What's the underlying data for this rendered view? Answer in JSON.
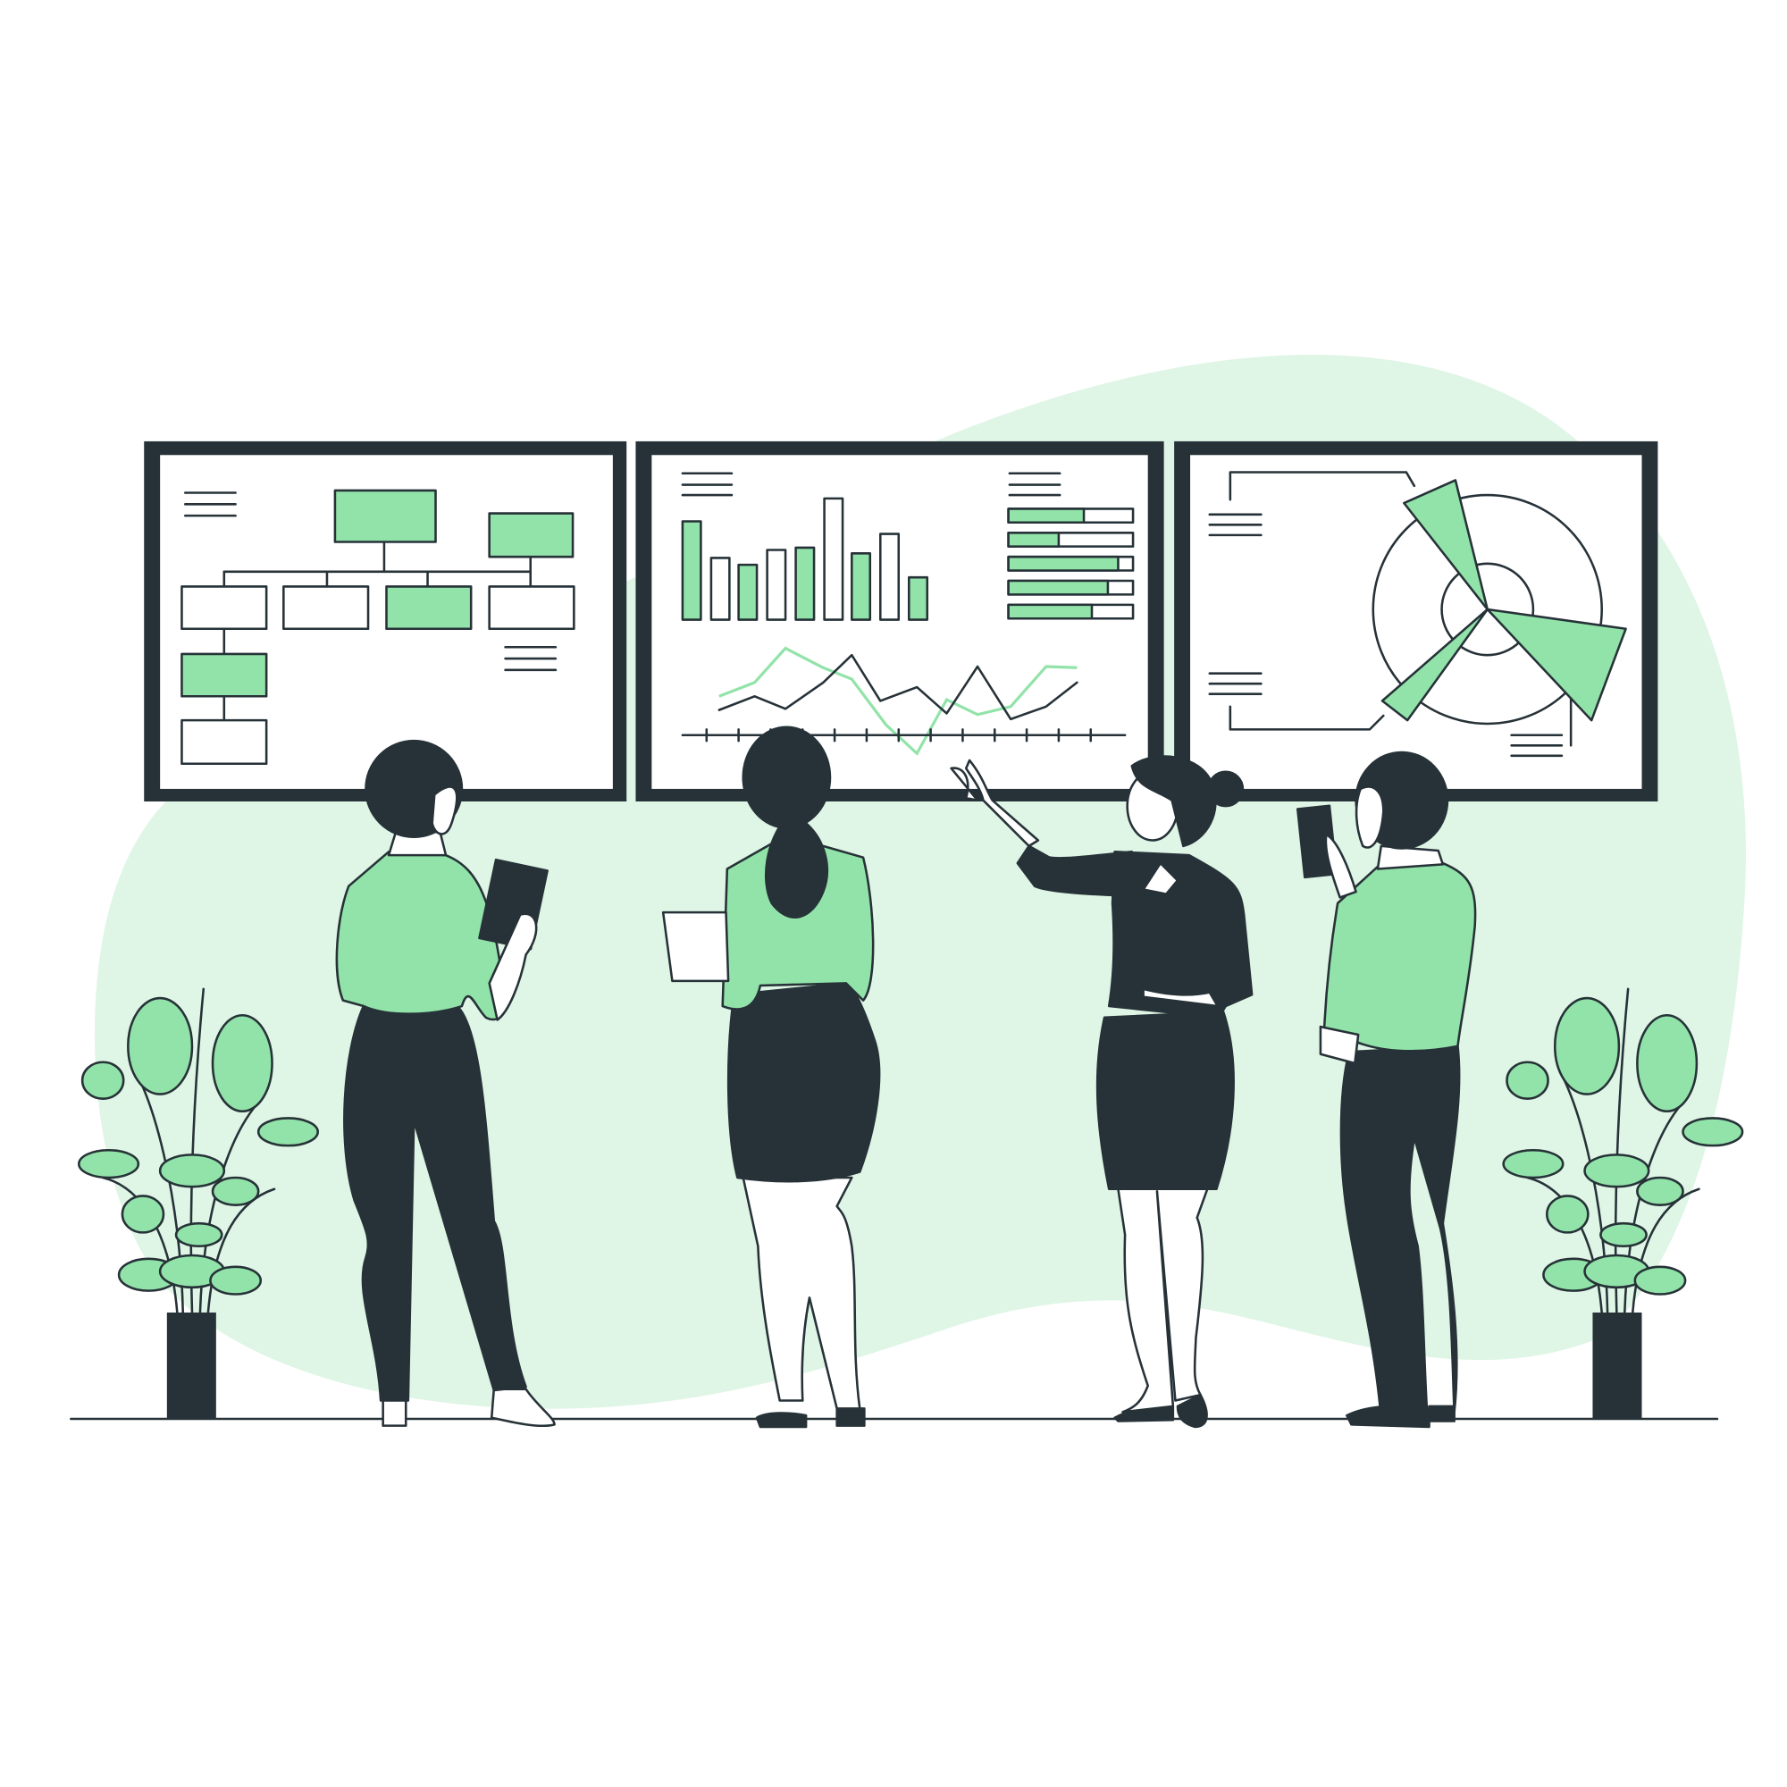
{
  "illustration": {
    "colors": {
      "accent": "#92E3A9",
      "dark": "#263238",
      "background_blob": "#DFF5E5",
      "white": "#FFFFFF"
    },
    "scene": {
      "screens": [
        "org-chart",
        "bar-and-line-charts",
        "radial-chart"
      ],
      "people_count": 4,
      "plants_count": 2
    }
  }
}
